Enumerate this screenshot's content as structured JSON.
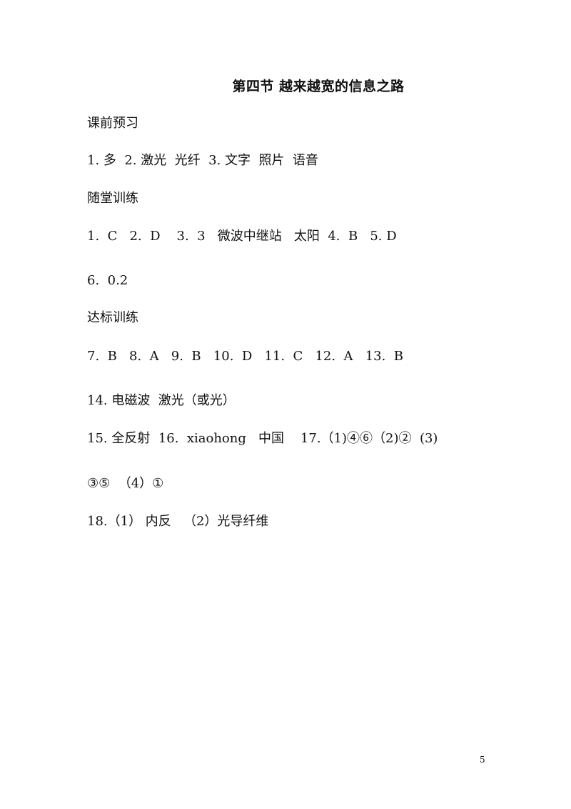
{
  "title": "第四节 越来越宽的信息之路",
  "sections": {
    "preview_heading": "课前预习",
    "preview_line1": "1. 多  2. 激光  光纤  3. 文字  照片  语音",
    "class_heading": "随堂训练",
    "class_line1": "1.  C   2.  D    3.  3   微波中继站   太阳  4.  B   5. D",
    "class_line2": "6.  0.2",
    "target_heading": "达标训练",
    "target_line1": "7.  B   8.  A   9.  B   10.  D   11.  C   12.  A   13.  B",
    "target_line2": "14. 电磁波  激光（或光）",
    "target_line3": "15. 全反射  16.  xiaohong   中国    17.（1)④⑥（2)②  (3)",
    "target_line4": "③⑤  （4）①",
    "target_line5": "18.（1） 内反   （2）光导纤维"
  },
  "page_number": "5"
}
